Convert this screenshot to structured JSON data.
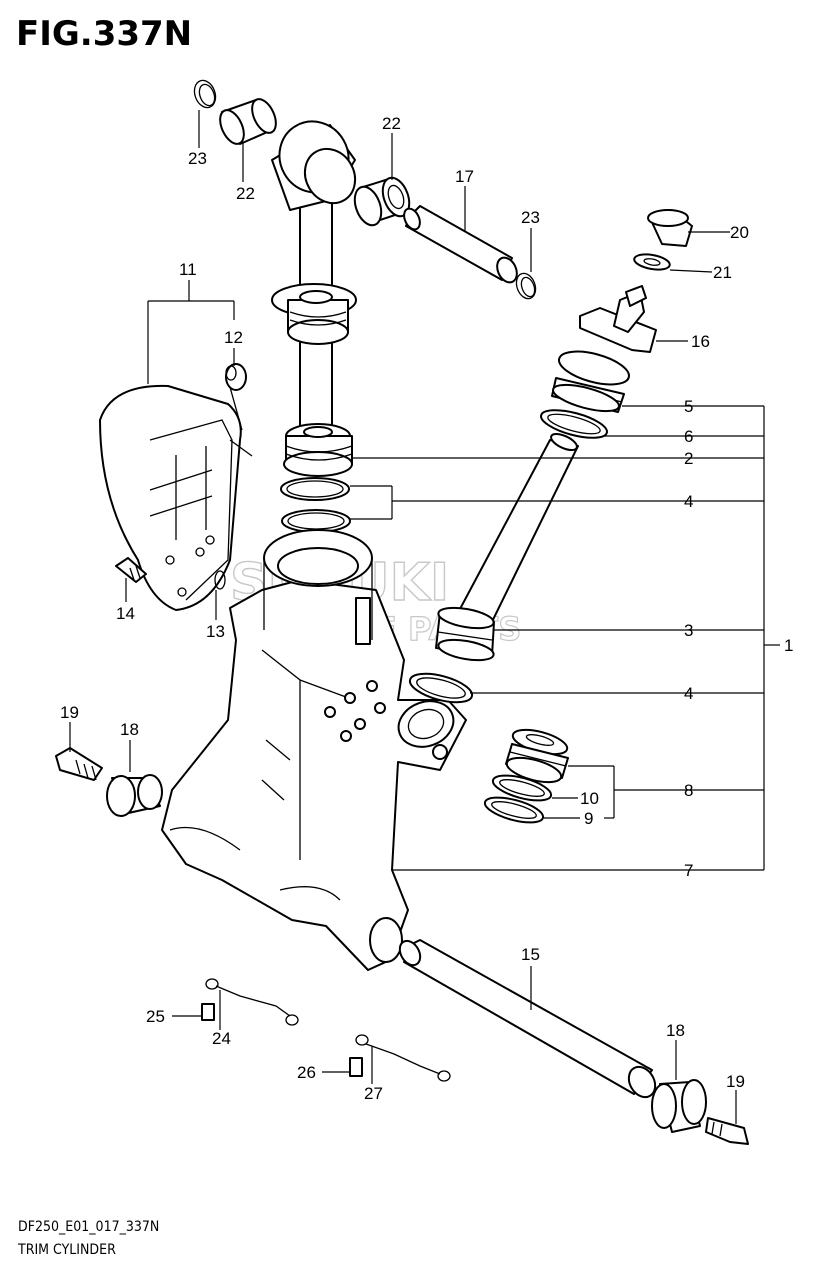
{
  "header": {
    "figure_title": "FIG.337N"
  },
  "footer": {
    "model_code": "DF250_E01_017_337N",
    "caption": "TRIM CYLINDER"
  },
  "watermark": {
    "brand": "SUZUKI",
    "subtitle": "MARINE PARTS",
    "color": "#c8c8c8"
  },
  "callouts": {
    "c1": "1",
    "c2": "2",
    "c3": "3",
    "c4a": "4",
    "c4b": "4",
    "c5": "5",
    "c6": "6",
    "c7": "7",
    "c8": "8",
    "c9": "9",
    "c10": "10",
    "c11": "11",
    "c12": "12",
    "c13": "13",
    "c14": "14",
    "c15": "15",
    "c16": "16",
    "c17": "17",
    "c18a": "18",
    "c18b": "18",
    "c19a": "19",
    "c19b": "19",
    "c20": "20",
    "c21": "21",
    "c22a": "22",
    "c22b": "22",
    "c23a": "23",
    "c23b": "23",
    "c24": "24",
    "c25": "25",
    "c26": "26",
    "c27": "27"
  }
}
